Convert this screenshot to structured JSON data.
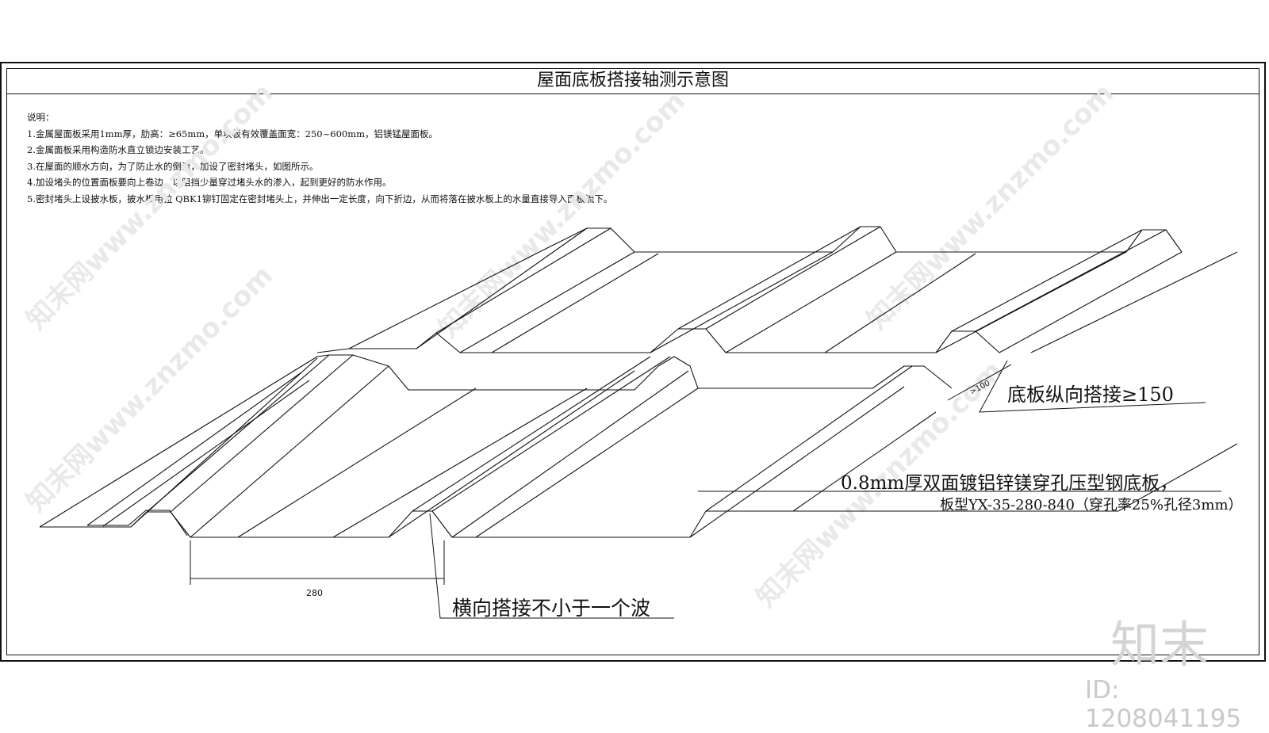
{
  "drawing": {
    "title": "屋面底板搭接轴测示意图",
    "notes": [
      "说明：",
      "1.金属屋面板采用1mm厚，肋高：≥65mm，单块板有效覆盖面宽：250~600mm，铝镁锰屋面板。",
      "2.金属面板采用构造防水直立锁边安装工艺。",
      "3.在屋面的顺水方向，为了防止水的倒流，加设了密封堵头，如图所示。",
      "4.加设堵头的位置面板要向上卷边，以阻挡少量穿过堵头水的渗入，起到更好的防水作用。",
      "5.密封堵头上设披水板，披水板用拉 QBK1铆钉固定在密封堵头上，并伸出一定长度，向下折边，从而将落在披水板上的水量直接导入面板流下。"
    ],
    "annotations": {
      "longitudinal_overlap": "底板纵向搭接≥150",
      "overlap_dim": ">100",
      "panel_spec": "0.8mm厚双面镀铝锌镁穿孔压型钢底板，",
      "panel_type": "板型YX-35-280-840（穿孔率25%孔径3mm）",
      "transverse_overlap": "横向搭接不小于一个波",
      "width_dim": "280"
    }
  },
  "watermark": {
    "id_text": "ID: 1208041195",
    "logo_text": "知末",
    "diagonal_text": "知末网www.znzmo.com"
  }
}
